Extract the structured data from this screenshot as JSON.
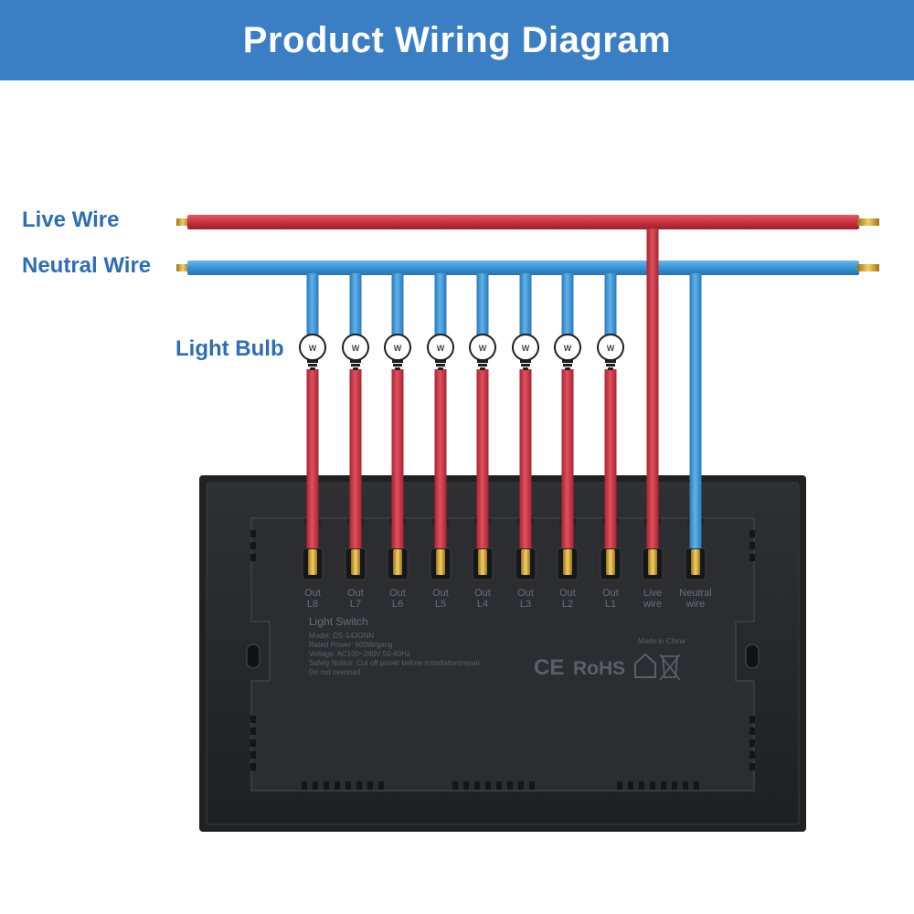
{
  "header": {
    "title": "Product Wiring Diagram"
  },
  "labels": {
    "live_wire": "Live Wire",
    "neutral_wire": "Neutral Wire",
    "light_bulb": "Light Bulb"
  },
  "bulb_mark": "W",
  "terminals": [
    {
      "top": "Out",
      "bottom": "L8",
      "wire": "red"
    },
    {
      "top": "Out",
      "bottom": "L7",
      "wire": "red"
    },
    {
      "top": "Out",
      "bottom": "L6",
      "wire": "red"
    },
    {
      "top": "Out",
      "bottom": "L5",
      "wire": "red"
    },
    {
      "top": "Out",
      "bottom": "L4",
      "wire": "red"
    },
    {
      "top": "Out",
      "bottom": "L3",
      "wire": "red"
    },
    {
      "top": "Out",
      "bottom": "L2",
      "wire": "red"
    },
    {
      "top": "Out",
      "bottom": "L1",
      "wire": "red"
    },
    {
      "top": "Live",
      "bottom": "wire",
      "wire": "red"
    },
    {
      "top": "Neutral",
      "bottom": "wire",
      "wire": "blue"
    }
  ],
  "device": {
    "title": "Light Switch",
    "specs": [
      "Model: DS-143GNN",
      "Rated Power: 600W/gang",
      "Voltage: AC100~240V 50-60Hz",
      "Safety Notice: Cut off power before installation/repair",
      "Do not overload"
    ],
    "made_in": "Made in China",
    "ce_mark": "CE",
    "rohs_mark": "RoHS"
  },
  "colors": {
    "banner": "#3a7fc4",
    "label_text": "#2e6db5",
    "live_wire": "#d63a48",
    "neutral_wire": "#3f97d6",
    "panel": "#26282b",
    "copper": "#c9a227"
  }
}
